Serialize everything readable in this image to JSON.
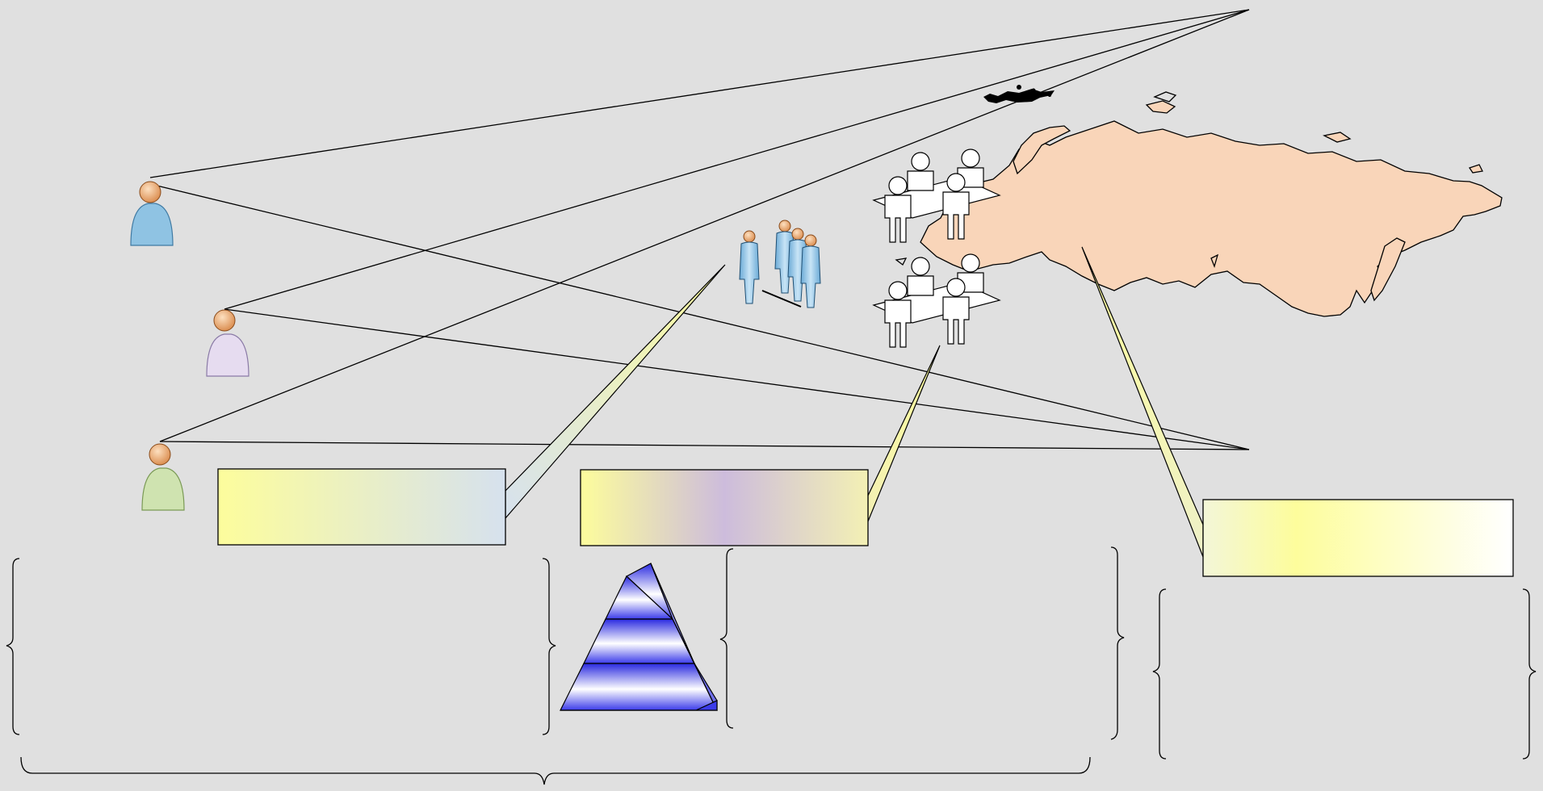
{
  "colors": {
    "background": "#e0e0e0",
    "stroke": "#000000",
    "map_fill": "#f9d5b9",
    "pyramid_blue": "#3b3bea",
    "callout_yellow": "#fdfd9c",
    "callout_blue": "#d6e1ee",
    "callout_lavender": "#cdbcdc",
    "person_blue": "#8fc3e3",
    "person_lavender": "#e6dcf0",
    "person_green": "#cfe3b0",
    "person_head": "#e8a15c"
  },
  "icons": {
    "person_top": "user-blue-icon",
    "person_middle": "user-lavender-icon",
    "person_bottom": "user-green-icon",
    "standing_group": "standing-people-icon",
    "meeting_top": "meeting-table-icon",
    "meeting_bottom": "meeting-table-icon",
    "map": "eurasia-map-icon",
    "pyramid": "pyramid-icon",
    "crowd": "scattered-crowd-icon"
  },
  "callouts": [
    {
      "name": "callout-left",
      "text": ""
    },
    {
      "name": "callout-middle",
      "text": ""
    },
    {
      "name": "callout-right",
      "text": ""
    }
  ],
  "brace_panels": [
    {
      "name": "brace-panel-left",
      "text": ""
    },
    {
      "name": "brace-panel-middle",
      "text": ""
    },
    {
      "name": "brace-panel-right",
      "text": ""
    }
  ]
}
